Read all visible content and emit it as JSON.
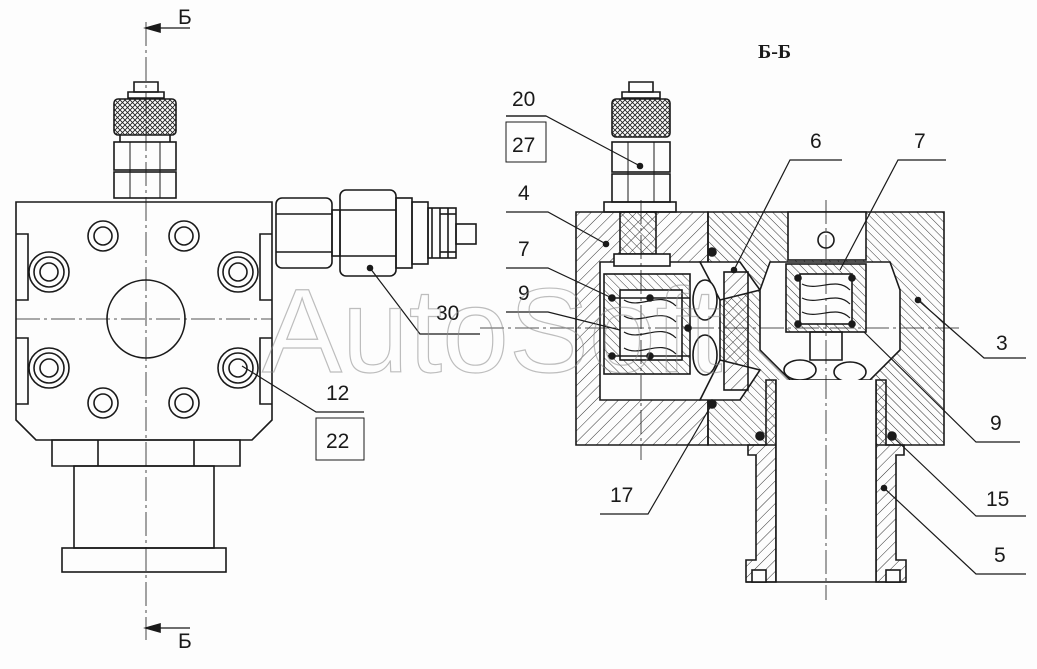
{
  "section_title": "Б-Б",
  "section_marker": {
    "top": "Б",
    "bottom": "Б"
  },
  "watermark": "AutoSoft",
  "labels": {
    "l20": "20",
    "l27": "27",
    "l6": "6",
    "l7a": "7",
    "l7b": "7",
    "l4": "4",
    "l9a": "9",
    "l30": "30",
    "l3": "3",
    "l12": "12",
    "l22": "22",
    "l9b": "9",
    "l15": "15",
    "l17": "17",
    "l5": "5"
  },
  "colors": {
    "line": "#1a1a1a",
    "hatch": "#333333",
    "background": "#fdfdfd"
  }
}
